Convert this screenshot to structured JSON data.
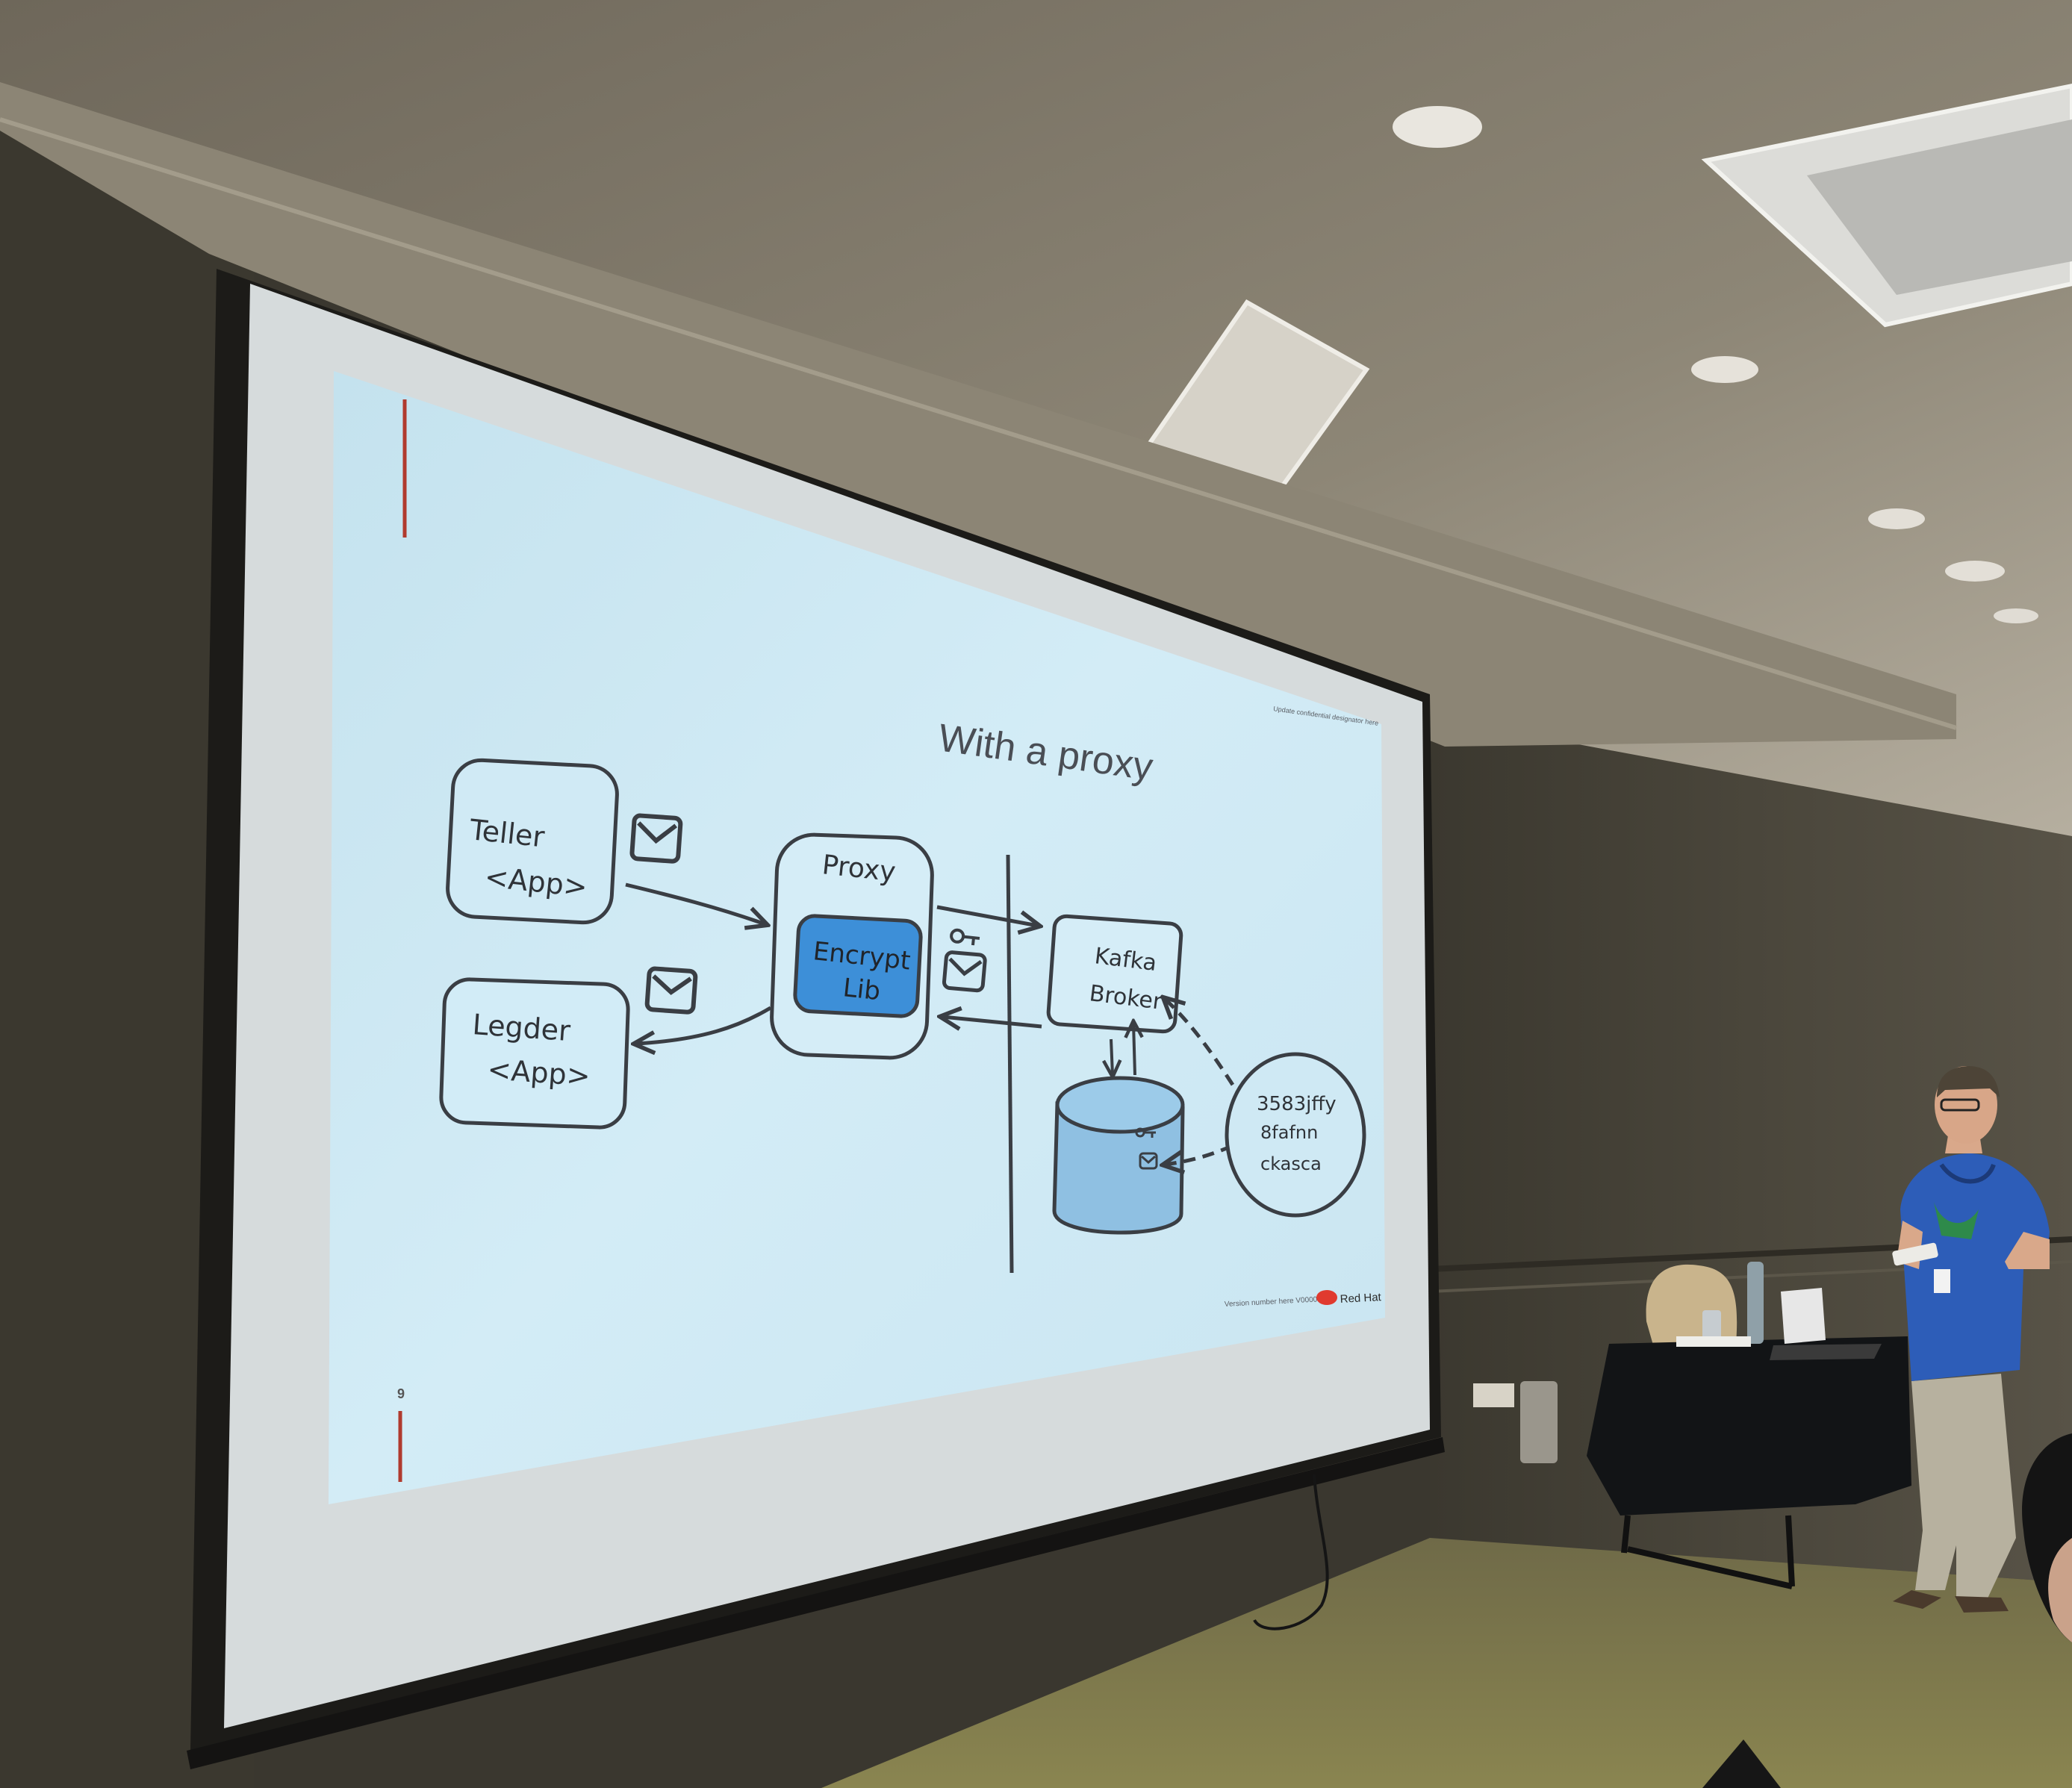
{
  "slide": {
    "title": "With a proxy",
    "header_note": "Update confidential designator here",
    "footer_version": "Version number here V00000",
    "brand": "Red Hat",
    "page_number": "9"
  },
  "diagram": {
    "teller": [
      "Teller",
      "<App>"
    ],
    "ledger": [
      "Legder",
      "<App>"
    ],
    "proxy": "Proxy",
    "encrypt": [
      "Encrypt",
      "Lib"
    ],
    "kafka": [
      "Kafka",
      "Broker"
    ],
    "ciphertext": [
      "3583jffy",
      "8fafnn",
      "ckasca"
    ]
  },
  "colors": {
    "slide_bg": "#cfe9f4",
    "ink": "#3a3e44",
    "encrypt_fill": "#3d8fd8",
    "storage_fill": "#8fc0e2",
    "brand_red": "#e03a2f"
  },
  "icons": [
    "envelope-icon",
    "key-icon",
    "red-hat-logo"
  ]
}
